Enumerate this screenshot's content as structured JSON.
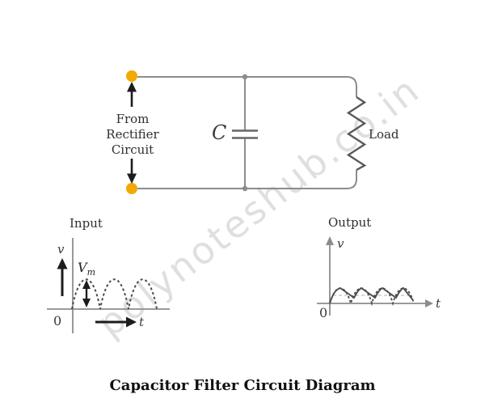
{
  "watermark": {
    "text": "polynoteshub.co.in"
  },
  "circuit": {
    "source_label_lines": [
      "From",
      "Rectifier",
      "Circuit"
    ],
    "capacitor_label": "C",
    "load_label": "Load"
  },
  "plots": {
    "input": {
      "title": "Input",
      "y_axis_label": "v",
      "x_axis_label": "t",
      "origin_label": "0",
      "amplitude_label": {
        "base": "V",
        "sub": "m"
      }
    },
    "output": {
      "title": "Output",
      "y_axis_label": "v",
      "x_axis_label": "t",
      "origin_label": "0"
    }
  },
  "caption": "Capacitor Filter Circuit Diagram",
  "colors": {
    "wire": "#8c8c8c",
    "component": "#5a5a5a",
    "terminal_dot": "#F4A900",
    "junction_dot": "#8c8c8c",
    "arrow_black": "#1c1c1c",
    "waveform": "#4b4b4b",
    "average_line": "#c0c0c0",
    "text": "#2e2e2e",
    "title": "#111111",
    "watermark": "#cfcfcf"
  },
  "chart_data": [
    {
      "type": "line",
      "title": "Input",
      "xlabel": "t",
      "ylabel": "v",
      "series": [
        {
          "name": "rectified input",
          "style": "dashed",
          "description": "full-wave rectified sine: 3 half-sine humps rising from 0 to peak Vm and back to 0"
        }
      ],
      "annotations": [
        "double-headed arrow marking amplitude Vm at first peak"
      ],
      "axis_ticks": "none (only origin 0 labeled)"
    },
    {
      "type": "line",
      "title": "Output",
      "xlabel": "t",
      "ylabel": "v",
      "series": [
        {
          "name": "rectified humps",
          "style": "dashed",
          "description": "4 half-sine humps, peak ~Vm"
        },
        {
          "name": "filtered output",
          "style": "solid",
          "description": "capacitor charge/discharge ripple between roughly 0.4·Vm and Vm"
        },
        {
          "name": "average dc level",
          "style": "faint dashed horizontal line",
          "description": "mean level of ripple"
        }
      ],
      "axis_ticks": "none (only origin 0 labeled)"
    }
  ]
}
